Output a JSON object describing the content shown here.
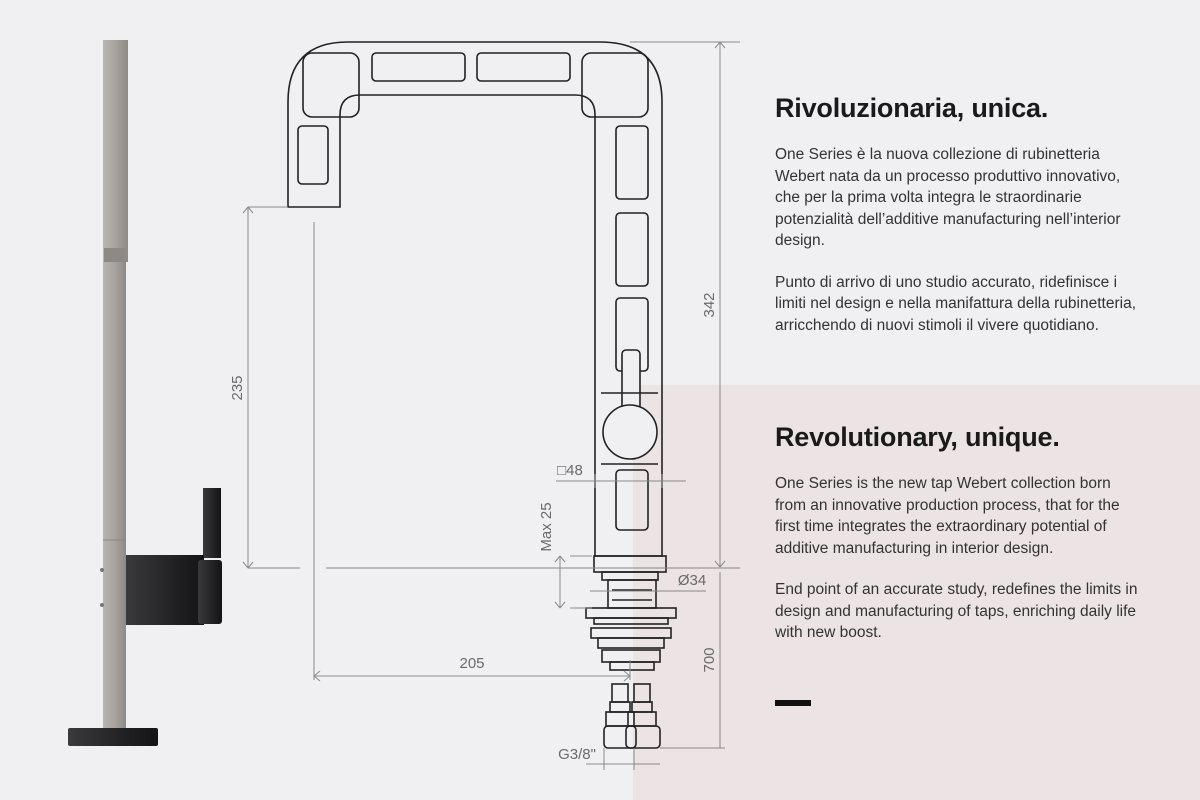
{
  "italian": {
    "heading": "Rivoluzionaria, unica.",
    "paragraphs": [
      "One Series è la nuova collezione di rubinetteria Webert nata da un processo produttivo innovativo, che per la prima volta integra le straordinarie potenzialità dell’additive manufacturing nell’interior design.",
      "Punto di arrivo di uno studio accurato, ridefinisce i limiti nel design e nella manifattura della rubinetteria, arricchendo di nuovi stimoli il vivere quotidiano."
    ]
  },
  "english": {
    "heading": "Revolutionary, unique.",
    "paragraphs": [
      "One Series is the new tap Webert collection born from an innovative production process, that for the first time integrates the extraordinary potential of additive manufacturing in interior design.",
      "End point of an accurate study, redefines the limits in design and manufacturing of taps, enriching daily life with new boost."
    ]
  },
  "dimensions": {
    "height_total": "342",
    "spout_height": "235",
    "reach": "205",
    "square": "□48",
    "max": "Max 25",
    "diameter": "Ø34",
    "hose_length": "700",
    "connection": "G3/8\""
  },
  "colors": {
    "background": "#f0eff1",
    "accent_panel": "#ebe3e4",
    "line": "#222222",
    "dim_line": "#8a8a8a"
  }
}
